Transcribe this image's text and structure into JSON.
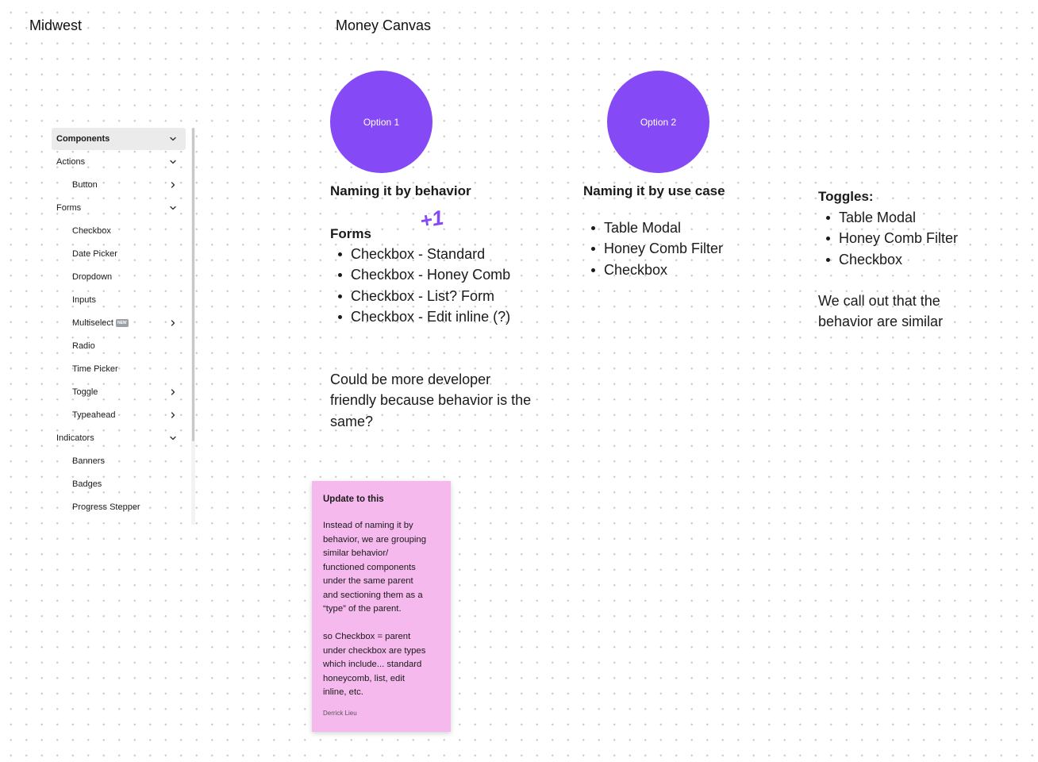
{
  "frames": {
    "left_title": "Midwest",
    "right_title": "Money Canvas"
  },
  "sidebar": {
    "items": [
      {
        "label": "Components",
        "level": 0,
        "chevron": "down",
        "header": true
      },
      {
        "label": "Actions",
        "level": 1,
        "chevron": "down"
      },
      {
        "label": "Button",
        "level": 2,
        "chevron": "right"
      },
      {
        "label": "Forms",
        "level": 1,
        "chevron": "down"
      },
      {
        "label": "Checkbox",
        "level": 2,
        "chevron": ""
      },
      {
        "label": "Date Picker",
        "level": 2,
        "chevron": ""
      },
      {
        "label": "Dropdown",
        "level": 2,
        "chevron": ""
      },
      {
        "label": "Inputs",
        "level": 2,
        "chevron": ""
      },
      {
        "label": "Multiselect",
        "level": 2,
        "chevron": "right",
        "badge": "NEW"
      },
      {
        "label": "Radio",
        "level": 2,
        "chevron": ""
      },
      {
        "label": "Time Picker",
        "level": 2,
        "chevron": ""
      },
      {
        "label": "Toggle",
        "level": 2,
        "chevron": "right"
      },
      {
        "label": "Typeahead",
        "level": 2,
        "chevron": "right"
      },
      {
        "label": "Indicators",
        "level": 1,
        "chevron": "down"
      },
      {
        "label": "Banners",
        "level": 2,
        "chevron": ""
      },
      {
        "label": "Badges",
        "level": 2,
        "chevron": ""
      },
      {
        "label": "Progress Stepper",
        "level": 2,
        "chevron": ""
      }
    ]
  },
  "option1": {
    "circle_label": "Option 1",
    "heading": "Naming it by behavior",
    "subheading": "Forms",
    "bullets": [
      "Checkbox - Standard",
      "Checkbox - Honey Comb",
      "Checkbox - List? Form",
      "Checkbox - Edit inline (?)"
    ],
    "note_lines": [
      "Could be more developer",
      "friendly because behavior is the",
      "same?"
    ],
    "sticker": "+1"
  },
  "option2": {
    "circle_label": "Option 2",
    "heading": "Naming it by use case",
    "bullets": [
      "Table Modal",
      "Honey Comb Filter",
      "Checkbox"
    ]
  },
  "toggles": {
    "heading": "Toggles:",
    "bullets": [
      "Table Modal",
      "Honey Comb Filter",
      "Checkbox"
    ],
    "note_lines": [
      "We call out that the",
      "behavior are similar"
    ]
  },
  "sticky": {
    "title": "Update to this",
    "body": "Instead of naming it by\nbehavior, we are grouping\nsimilar behavior/\nfunctioned components\nunder the same parent\nand sectioning them as a\n“type” of the parent.\n\nso Checkbox = parent\nunder checkbox are types\nwhich include... standard\nhoneycomb, list, edit\ninline, etc.",
    "author": "Derrick Lieu"
  },
  "colors": {
    "circle": "#8549f5",
    "sticky": "#f6b9ee",
    "sidebar_header": "#ebebeb"
  }
}
